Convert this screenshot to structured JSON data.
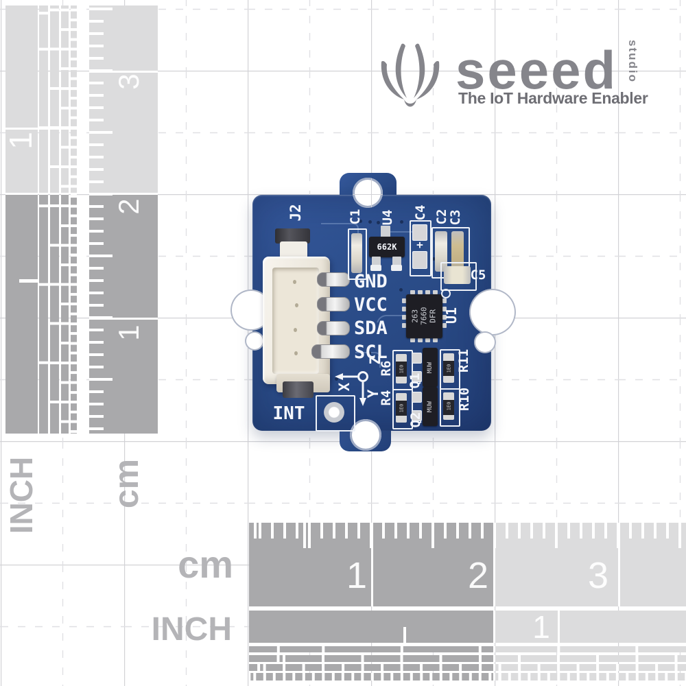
{
  "logo": {
    "brand": "seeed",
    "studio": "studio",
    "tagline": "The IoT Hardware Enabler"
  },
  "pcb": {
    "connector": "J2",
    "pins": [
      "GND",
      "VCC",
      "SDA",
      "SCL"
    ],
    "interrupt": "INT",
    "axes": {
      "z": "Z",
      "x": "X",
      "y": "Y"
    },
    "refs": {
      "c1": "C1",
      "u4": "U4",
      "c4": "C4",
      "c2": "C2",
      "c3": "C3",
      "c5": "C5",
      "u1": "U1",
      "r6": "R6",
      "r4": "R4",
      "q1": "Q1",
      "q2": "Q2",
      "r11": "R11",
      "r10": "R10"
    },
    "markings": {
      "regulator": "662K",
      "sensor": [
        "263",
        "7660",
        "DFR"
      ],
      "transistor": "MUW",
      "resistor": "1E0",
      "polarity": "+"
    }
  },
  "rulers": {
    "left_inch": {
      "unit": "INCH",
      "number": "1"
    },
    "left_cm": {
      "unit": "cm",
      "numbers": [
        "3",
        "2",
        "1"
      ]
    },
    "bottom_cm": {
      "unit": "cm",
      "numbers": [
        "1",
        "2",
        "3"
      ]
    },
    "bottom_inch": {
      "unit": "INCH",
      "number": "1"
    }
  },
  "colors": {
    "pcb_blue": "#2b4d89",
    "ruler_dark": "#a9a9ab",
    "ruler_light": "#dcdcdd",
    "label_gray": "#b4b4b7",
    "logo_gray": "#85858b"
  }
}
